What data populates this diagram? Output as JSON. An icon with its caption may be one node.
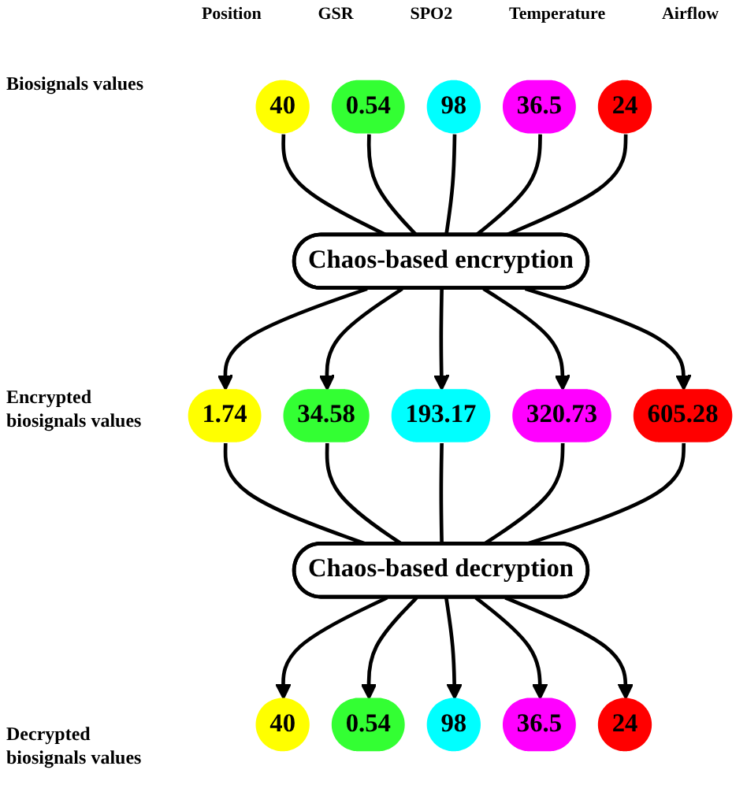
{
  "diagram": {
    "nodes": [
      {
        "text": [
          "40"
        ]
      },
      {
        "text": [
          "0.54"
        ]
      },
      {
        "text": [
          "98"
        ]
      },
      {
        "text": [
          "36.5"
        ]
      },
      {
        "text": [
          "24"
        ]
      },
      {
        "text": [
          "Chaos-based encryption"
        ]
      },
      {
        "text": [
          "1.74"
        ]
      },
      {
        "text": [
          "34.58"
        ]
      },
      {
        "text": [
          "193.17"
        ]
      },
      {
        "text": [
          "320.73"
        ]
      },
      {
        "text": [
          "605.28"
        ]
      },
      {
        "text": [
          "Chaos-based decryption"
        ]
      },
      {
        "text": [
          "40"
        ]
      },
      {
        "text": [
          "0.54"
        ]
      },
      {
        "text": [
          "98"
        ]
      },
      {
        "text": [
          "36.5"
        ]
      },
      {
        "text": [
          "24"
        ]
      }
    ],
    "edges": [
      {
        "from": 0,
        "to": 5,
        "arrow": "none"
      },
      {
        "from": 1,
        "to": 5,
        "arrow": "none"
      },
      {
        "from": 2,
        "to": 5,
        "arrow": "none"
      },
      {
        "from": 3,
        "to": 5,
        "arrow": "none"
      },
      {
        "from": 4,
        "to": 5,
        "arrow": "none"
      },
      {
        "from": 5,
        "to": 6,
        "arrow": "to"
      },
      {
        "from": 5,
        "to": 7,
        "arrow": "to"
      },
      {
        "from": 5,
        "to": 8,
        "arrow": "to"
      },
      {
        "from": 5,
        "to": 9,
        "arrow": "to"
      },
      {
        "from": 5,
        "to": 10,
        "arrow": "to"
      },
      {
        "from": 6,
        "to": 11,
        "arrow": "none"
      },
      {
        "from": 7,
        "to": 11,
        "arrow": "none"
      },
      {
        "from": 8,
        "to": 11,
        "arrow": "none"
      },
      {
        "from": 9,
        "to": 11,
        "arrow": "none"
      },
      {
        "from": 10,
        "to": 11,
        "arrow": "none"
      },
      {
        "from": 11,
        "to": 12,
        "arrow": "to"
      },
      {
        "from": 11,
        "to": 13,
        "arrow": "to"
      },
      {
        "from": 11,
        "to": 14,
        "arrow": "to"
      },
      {
        "from": 11,
        "to": 15,
        "arrow": "to"
      },
      {
        "from": 11,
        "to": 16,
        "arrow": "to"
      }
    ],
    "labels": [
      "Position",
      "GSR",
      "SPO2",
      "Temperature",
      "Airflow",
      "Biosignals values",
      "Encrypted biosignals values",
      "Decrypted biosignals values"
    ]
  }
}
